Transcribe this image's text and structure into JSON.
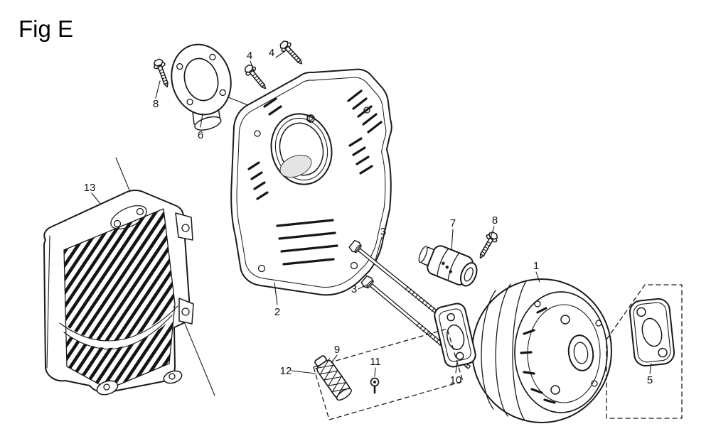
{
  "figure": {
    "title": "Fig E"
  },
  "colors": {
    "line": "#1a1a1a",
    "background": "#ffffff"
  },
  "callouts": [
    {
      "part": "screw-top-left",
      "text": "8"
    },
    {
      "part": "flange-6",
      "text": "6"
    },
    {
      "part": "screw-4-left",
      "text": "4"
    },
    {
      "part": "screw-4-right",
      "text": "4"
    },
    {
      "part": "muffler-cover-13",
      "text": "13"
    },
    {
      "part": "muffler-protector-2",
      "text": "2"
    },
    {
      "part": "bolt-3-upper",
      "text": "3"
    },
    {
      "part": "bolt-3-lower",
      "text": "3"
    },
    {
      "part": "exhaust-pipe-7",
      "text": "7"
    },
    {
      "part": "screw-8-right",
      "text": "8"
    },
    {
      "part": "muffler-1",
      "text": "1"
    },
    {
      "part": "gasket-10",
      "text": "10"
    },
    {
      "part": "gasket-5",
      "text": "5"
    },
    {
      "part": "arrester-screen-9",
      "text": "9"
    },
    {
      "part": "spark-arrester-12",
      "text": "12"
    },
    {
      "part": "clip-11",
      "text": "11"
    }
  ]
}
